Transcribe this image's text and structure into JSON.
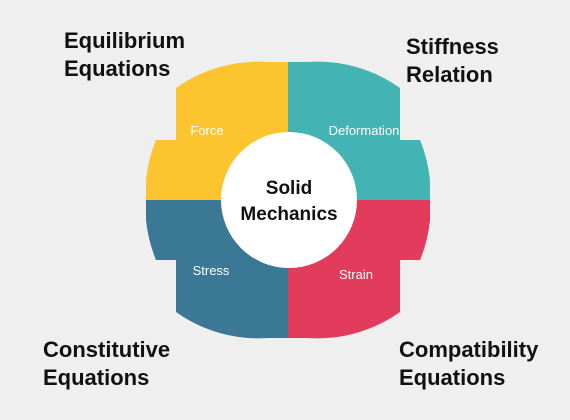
{
  "center": {
    "line1": "Solid",
    "line2": "Mechanics"
  },
  "quadrants": [
    {
      "id": "force",
      "label": "Force",
      "color": "#fcc52f"
    },
    {
      "id": "deformation",
      "label": "Deformation",
      "color": "#43b3b3"
    },
    {
      "id": "strain",
      "label": "Strain",
      "color": "#e33b5b"
    },
    {
      "id": "stress",
      "label": "Stress",
      "color": "#3a7896"
    }
  ],
  "corners": {
    "top_left": {
      "line1": "Equilibrium",
      "line2": "Equations"
    },
    "top_right": {
      "line1": "Stiffness",
      "line2": "Relation"
    },
    "bottom_left": {
      "line1": "Constitutive",
      "line2": "Equations"
    },
    "bottom_right": {
      "line1": "Compatibility",
      "line2": "Equations"
    }
  },
  "colors": {
    "background": "#efefef",
    "center_fill": "#ffffff",
    "text_dark": "#111111",
    "text_light": "#ffffff"
  }
}
